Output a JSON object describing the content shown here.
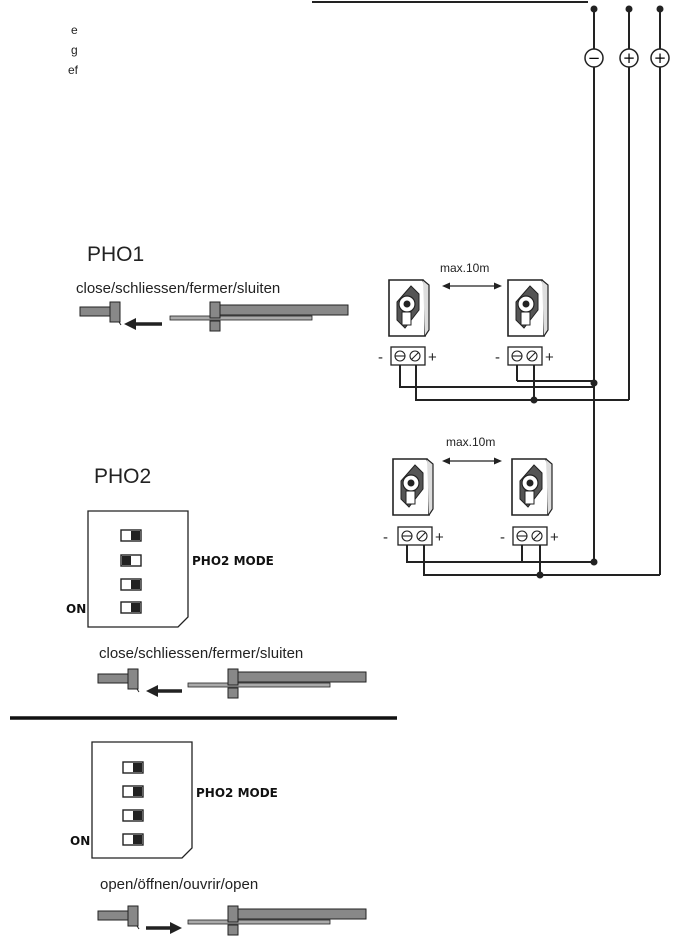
{
  "edge_text": {
    "l1": "e",
    "l2": "g",
    "l3": "ef"
  },
  "polarity": {
    "minus": "−",
    "plus": "+"
  },
  "pho1": {
    "title": "PHO1",
    "mode_label": "close/schliessen/fermer/sluiten",
    "distance": "max.10m",
    "terminal_minus": "-",
    "terminal_plus": "+"
  },
  "pho2": {
    "title": "PHO2",
    "distance": "max.10m",
    "terminal_minus": "-",
    "terminal_plus": "+",
    "setting_close": {
      "switch_label": "PHO2 MODE",
      "on_label": "ON",
      "mode_label": "close/schliessen/fermer/sluiten"
    },
    "setting_open": {
      "switch_label": "PHO2 MODE",
      "on_label": "ON",
      "mode_label": "open/öffnen/ouvrir/open"
    }
  }
}
